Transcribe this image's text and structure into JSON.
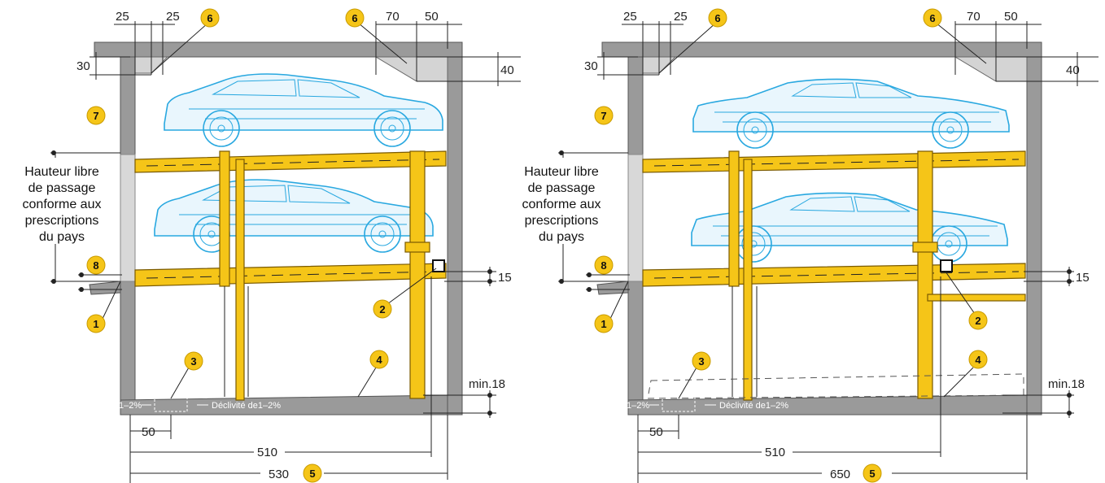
{
  "diagrams": [
    {
      "id": "left",
      "dims": {
        "top_a": "25",
        "top_b": "25",
        "top_c": "70",
        "top_d": "50",
        "left_h": "30",
        "right_h": "40",
        "gap": "15",
        "floor": "min.18",
        "bottom_a": "50",
        "bottom_b": "510",
        "bottom_total": "530"
      },
      "clearance_lines": [
        "Hauteur libre",
        "de passage",
        "conforme aux",
        "prescriptions",
        "du pays"
      ],
      "slope_left": "1–2%",
      "slope_right": "Déclivité de1–2%"
    },
    {
      "id": "right",
      "dims": {
        "top_a": "25",
        "top_b": "25",
        "top_c": "70",
        "top_d": "50",
        "left_h": "30",
        "right_h": "40",
        "gap": "15",
        "floor": "min.18",
        "bottom_a": "50",
        "bottom_b": "510",
        "bottom_total": "650"
      },
      "clearance_lines": [
        "Hauteur libre",
        "de passage",
        "conforme aux",
        "prescriptions",
        "du pays"
      ],
      "slope_left": "1–2%",
      "slope_right": "Déclivité de1–2%"
    }
  ],
  "badges": {
    "b1": "1",
    "b2": "2",
    "b3": "3",
    "b4": "4",
    "b5": "5",
    "b6": "6",
    "b7": "7",
    "b8": "8"
  },
  "colors": {
    "badge": "#f5c518",
    "car_outline": "#29a8e0",
    "platform": "#f5c518",
    "wall": "#9a9a9a"
  }
}
